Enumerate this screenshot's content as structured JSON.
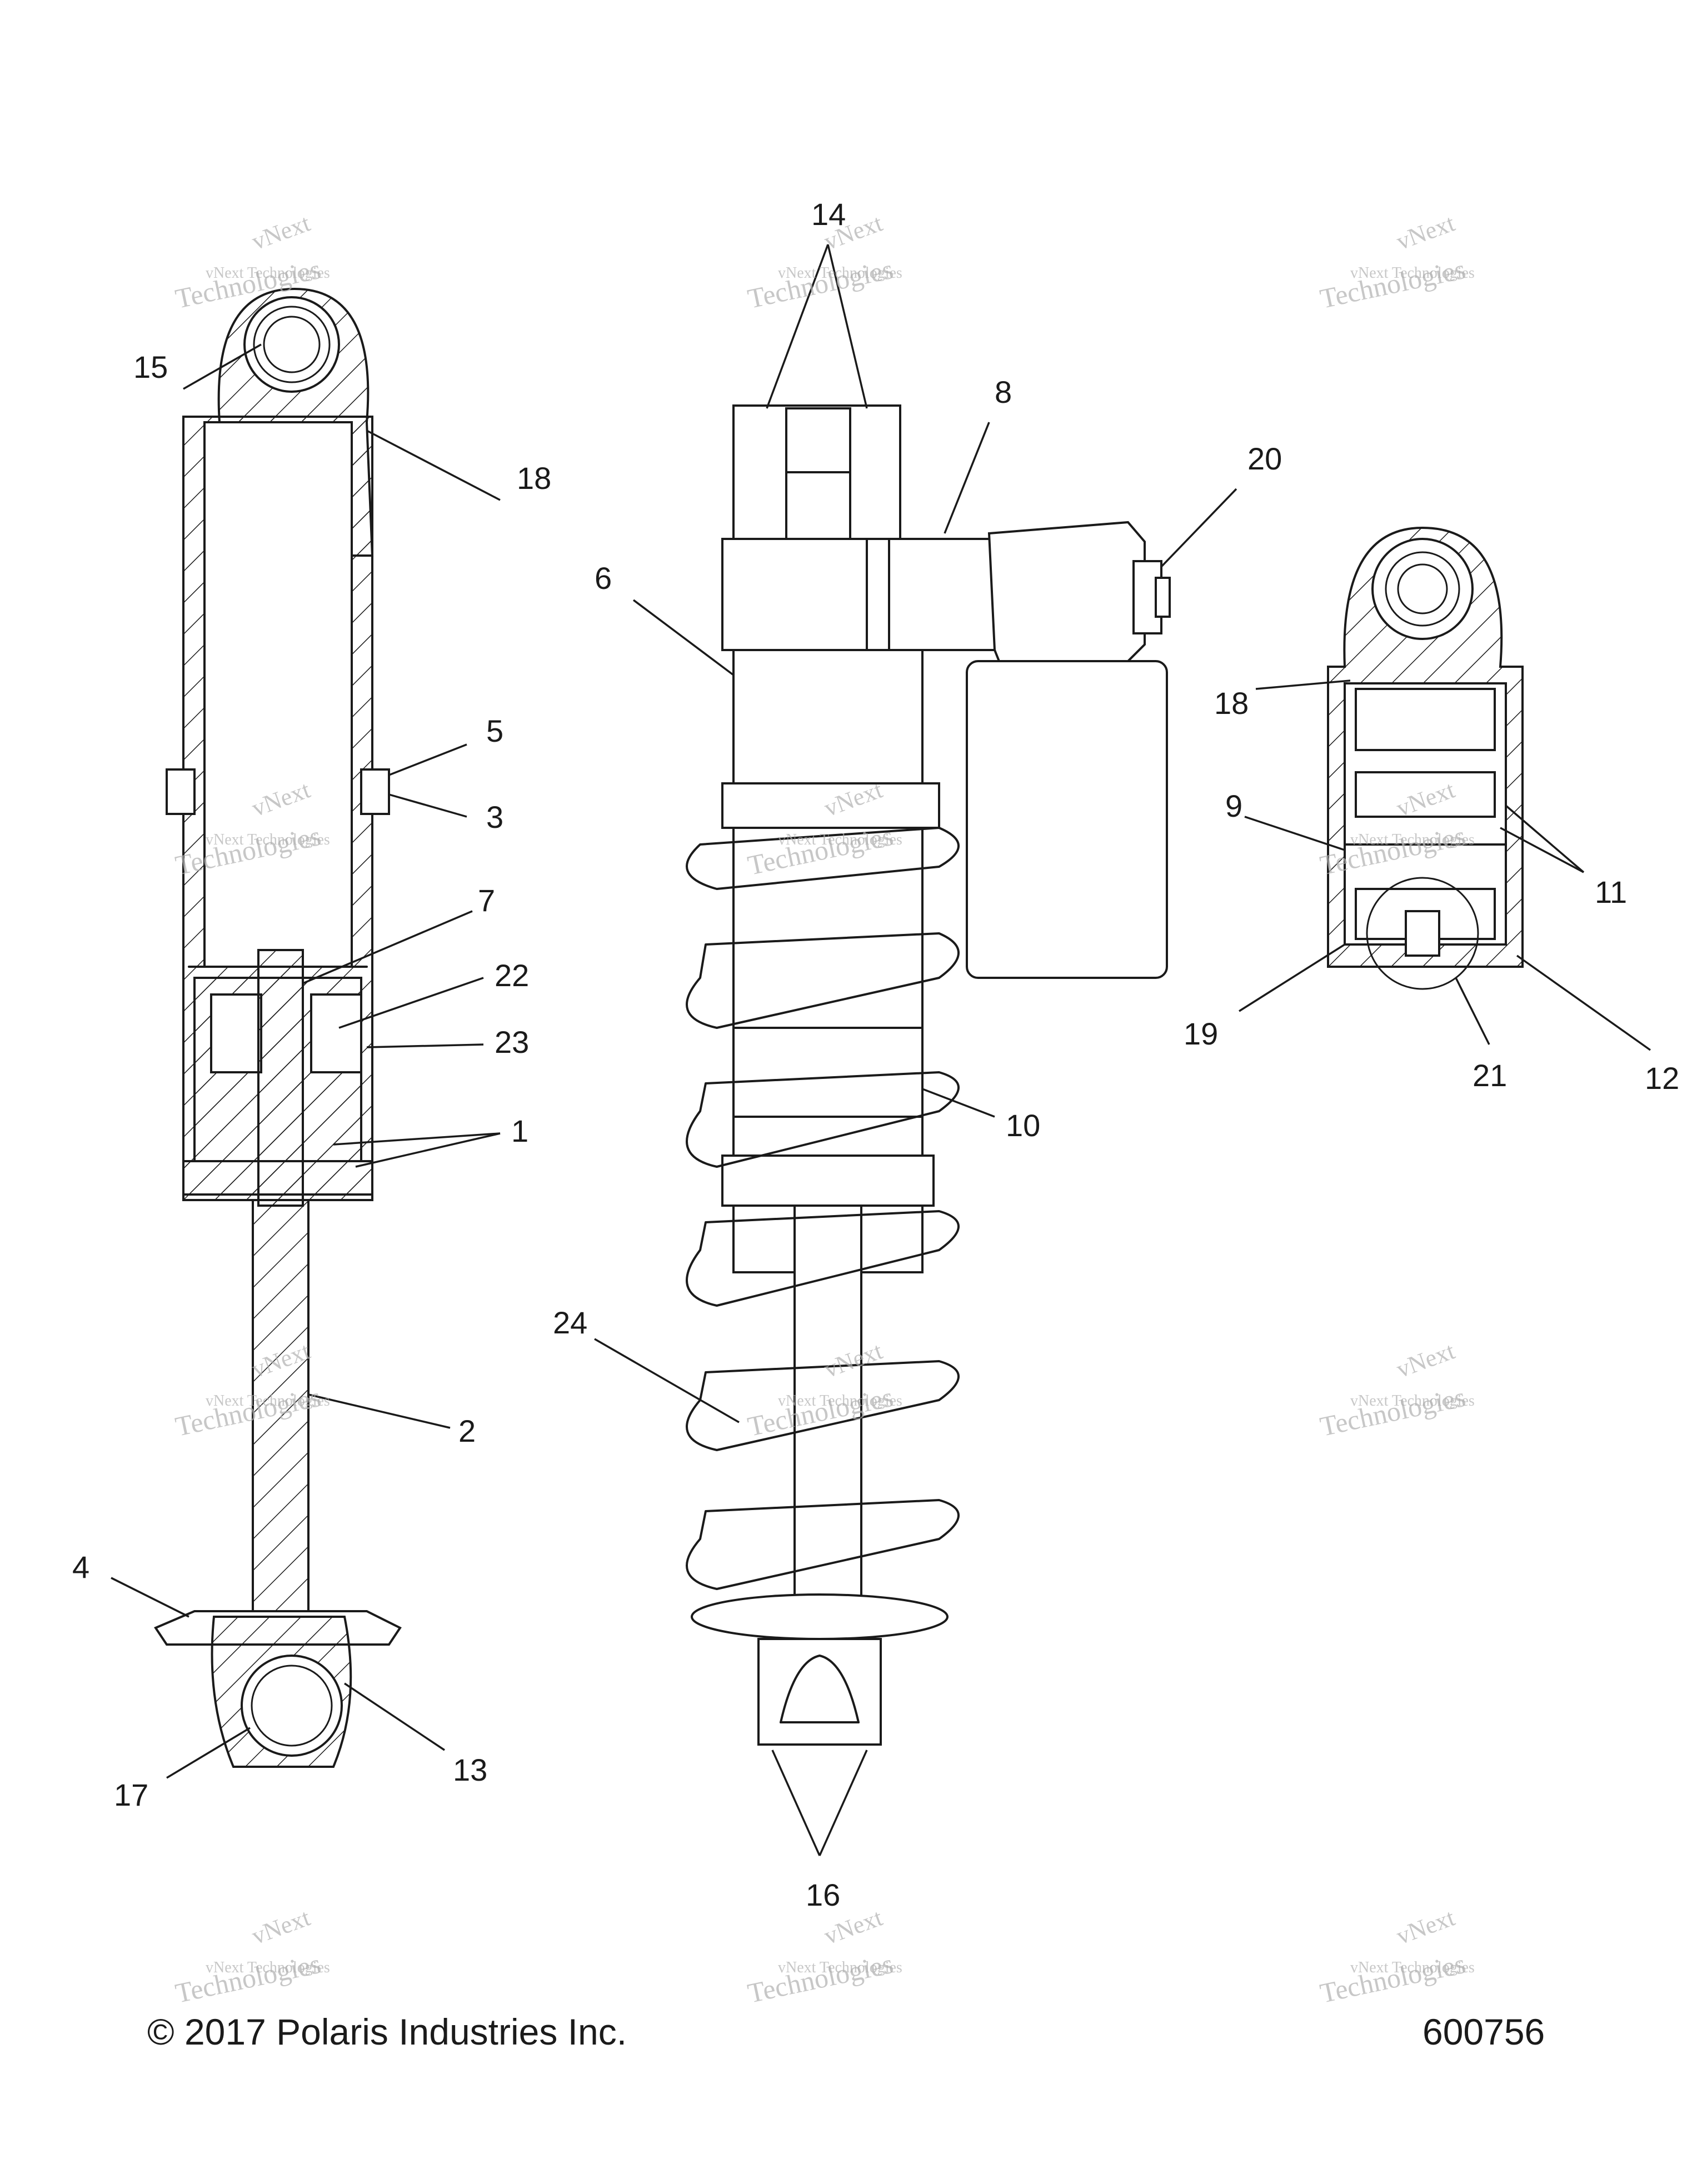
{
  "callouts": [
    "14",
    "8",
    "20",
    "15",
    "18",
    "6",
    "5",
    "3",
    "7",
    "22",
    "23",
    "1",
    "2",
    "4",
    "13",
    "17",
    "24",
    "10",
    "16",
    "18",
    "9",
    "11",
    "19",
    "21",
    "12"
  ],
  "watermark": {
    "line1": "vNext Technologies",
    "line2": "vNext",
    "line3": "Technologies"
  },
  "footer": {
    "copyright": "© 2017 Polaris Industries Inc.",
    "figure_number": "600756"
  }
}
